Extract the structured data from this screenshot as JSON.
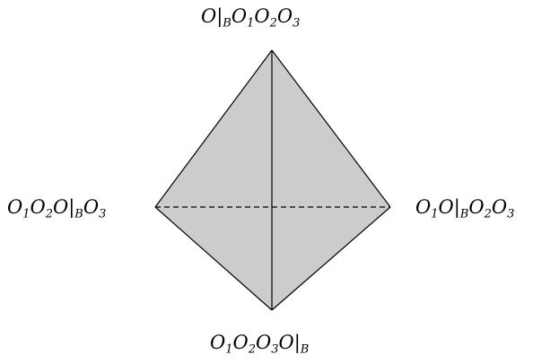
{
  "colors": {
    "face_fill": "#cccccc",
    "edge_stroke": "#000000",
    "background": "#ffffff"
  },
  "vertices": {
    "top": {
      "parts": [
        {
          "b": "O"
        },
        {
          "bar": "|"
        },
        {
          "s": "B"
        },
        {
          "b": "O"
        },
        {
          "s": "1"
        },
        {
          "b": "O"
        },
        {
          "s": "2"
        },
        {
          "b": "O"
        },
        {
          "s": "3"
        }
      ]
    },
    "left": {
      "parts": [
        {
          "b": "O"
        },
        {
          "s": "1"
        },
        {
          "b": "O"
        },
        {
          "s": "2"
        },
        {
          "b": "O"
        },
        {
          "bar": "|"
        },
        {
          "s": "B"
        },
        {
          "b": "O"
        },
        {
          "s": "3"
        }
      ]
    },
    "right": {
      "parts": [
        {
          "b": "O"
        },
        {
          "s": "1"
        },
        {
          "b": "O"
        },
        {
          "bar": "|"
        },
        {
          "s": "B"
        },
        {
          "b": "O"
        },
        {
          "s": "2"
        },
        {
          "b": "O"
        },
        {
          "s": "3"
        }
      ]
    },
    "bottom": {
      "parts": [
        {
          "b": "O"
        },
        {
          "s": "1"
        },
        {
          "b": "O"
        },
        {
          "s": "2"
        },
        {
          "b": "O"
        },
        {
          "s": "3"
        },
        {
          "b": "O"
        },
        {
          "bar": "|"
        },
        {
          "s": "B"
        }
      ]
    }
  },
  "edges": [
    {
      "from": "top",
      "to": "left",
      "style": "solid"
    },
    {
      "from": "top",
      "to": "right",
      "style": "solid"
    },
    {
      "from": "left",
      "to": "bottom",
      "style": "solid"
    },
    {
      "from": "right",
      "to": "bottom",
      "style": "solid"
    },
    {
      "from": "top",
      "to": "bottom",
      "style": "solid"
    },
    {
      "from": "left",
      "to": "right",
      "style": "dashed"
    }
  ]
}
